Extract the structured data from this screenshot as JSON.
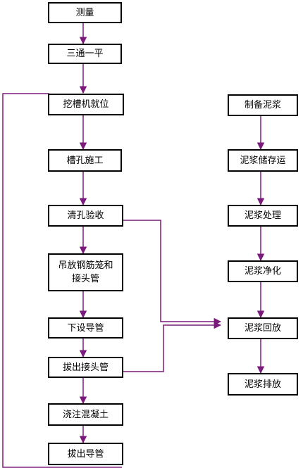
{
  "left_column": [
    {
      "id": "n1",
      "label": "测量"
    },
    {
      "id": "n2",
      "label": "三通一平"
    },
    {
      "id": "n3",
      "label": "挖槽机就位"
    },
    {
      "id": "n4",
      "label": "槽孔施工"
    },
    {
      "id": "n5",
      "label": "清孔验收"
    },
    {
      "id": "n6",
      "label": "吊放钢筋笼和\n接头管"
    },
    {
      "id": "n7",
      "label": "下设导管"
    },
    {
      "id": "n8",
      "label": "拔出接头管"
    },
    {
      "id": "n9",
      "label": "浇注混凝土"
    },
    {
      "id": "n10",
      "label": "拔出导管"
    }
  ],
  "right_column": [
    {
      "id": "r1",
      "label": "制备泥浆"
    },
    {
      "id": "r2",
      "label": "泥浆储存运"
    },
    {
      "id": "r3",
      "label": "泥浆处理"
    },
    {
      "id": "r4",
      "label": "泥浆净化"
    },
    {
      "id": "r5",
      "label": "泥浆回放"
    },
    {
      "id": "r6",
      "label": "泥浆排放"
    }
  ],
  "colors": {
    "arrow": "#7a1a7a",
    "box_border": "#000000"
  }
}
